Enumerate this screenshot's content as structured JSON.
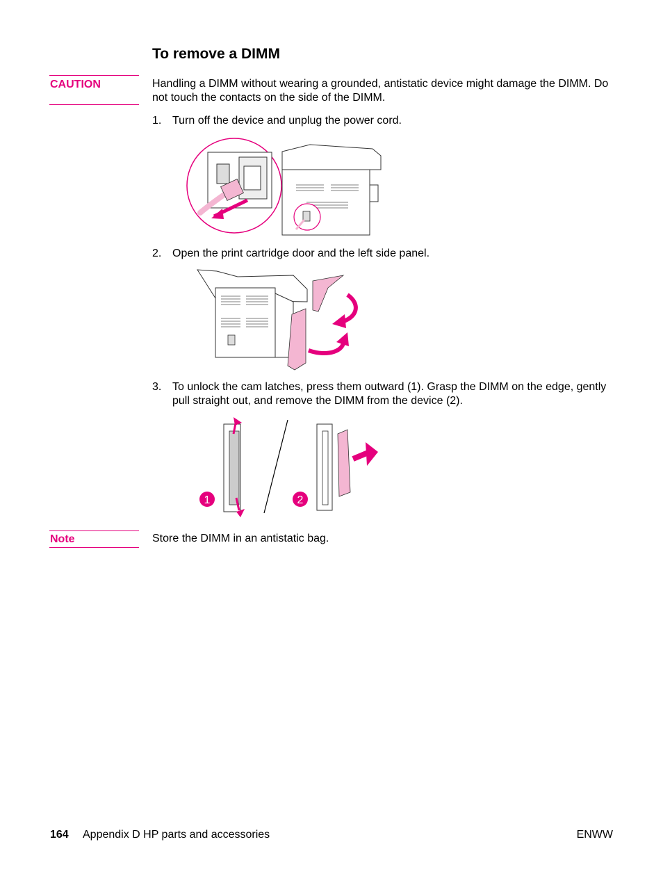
{
  "heading": "To remove a DIMM",
  "caution": {
    "label": "CAUTION",
    "text_line1": "Handling a DIMM without wearing a grounded, antistatic device might damage the DIMM. Do",
    "text_line2": "not touch the contacts on the side of the DIMM."
  },
  "steps": [
    {
      "number": "1.",
      "text": "Turn off the device and unplug the power cord."
    },
    {
      "number": "2.",
      "text": "Open the print cartridge door and the left side panel."
    },
    {
      "number": "3.",
      "text_line1": "To unlock the cam latches, press them outward (1). Grasp the DIMM on the edge, gently",
      "text_line2": "pull straight out, and remove the DIMM from the device (2)."
    }
  ],
  "figure3": {
    "callout_1": "1",
    "callout_2": "2"
  },
  "note": {
    "label": "Note",
    "text": "Store the DIMM in an antistatic bag."
  },
  "footer": {
    "page_number": "164",
    "section": "Appendix D  HP parts and accessories",
    "right": "ENWW"
  },
  "colors": {
    "accent": "#e5007d",
    "pink_fill": "#f4b6d2"
  },
  "icons": [
    "power-plug-icon",
    "arrow-icon",
    "rotate-arrow-icon",
    "dimm-module-icon"
  ]
}
